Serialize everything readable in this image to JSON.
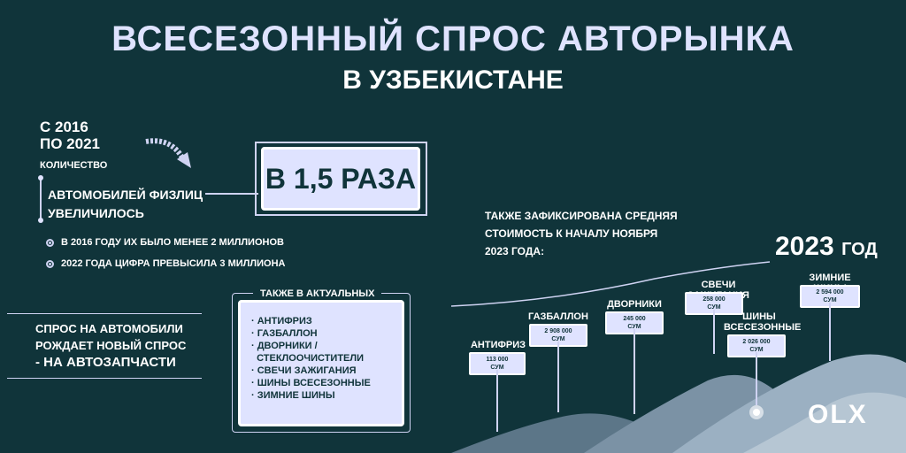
{
  "title": {
    "line1": "ВСЕСЕЗОННЫЙ СПРОС АВТОРЫНКА",
    "line2": "В УЗБЕКИСТАНЕ"
  },
  "growth": {
    "period": "С 2016\nПО 2021",
    "qty_label": "КОЛИЧЕСТВО",
    "subject": "АВТОМОБИЛЕЙ ФИЗЛИЦ\nУВЕЛИЧИЛОСЬ",
    "factor": "В 1,5 РАЗА",
    "bullets": [
      "В 2016 ГОДУ ИХ БЫЛО МЕНЕЕ 2 МИЛЛИОНОВ",
      "2022 ГОДА ЦИФРА ПРЕВЫСИЛА 3 МИЛЛИОНА"
    ]
  },
  "demand": {
    "text": "СПРОС НА АВТОМОБИЛИ\nРОЖДАЕТ НОВЫЙ СПРОС",
    "highlight": "- НА АВТОЗАПЧАСТИ"
  },
  "topics": {
    "heading": "ТАКЖЕ В АКТУАЛЬНЫХ",
    "items": [
      "· АНТИФРИЗ",
      "· ГАЗБАЛЛОН",
      "· ДВОРНИКИ /\n  СТЕКЛООЧИСТИТЕЛИ",
      "· СВЕЧИ ЗАЖИГАНИЯ",
      "· ШИНЫ ВСЕСЕЗОННЫЕ",
      "· ЗИМНИЕ ШИНЫ"
    ]
  },
  "prices": {
    "intro": "ТАКЖЕ ЗАФИКСИРОВАНА СРЕДНЯЯ\nСТОИМОСТЬ К НАЧАЛУ НОЯБРЯ\n2023 ГОДА:",
    "year": "2023",
    "year_suffix": "ГОД",
    "items": [
      {
        "name": "АНТИФРИЗ",
        "price": "113 000\nСУМ"
      },
      {
        "name": "ГАЗБАЛЛОН",
        "price": "2 908 000\nСУМ"
      },
      {
        "name": "ДВОРНИКИ",
        "price": "245 000\nСУМ"
      },
      {
        "name": "СВЕЧИ ЗАЖИГАНИЯ",
        "price": "258 000\nСУМ"
      },
      {
        "name": "ШИНЫ\nВСЕСЕЗОННЫЕ",
        "price": "2 026 000\nСУМ"
      },
      {
        "name": "ЗИМНИЕ ШИНЫ",
        "price": "2 594 000\nСУМ"
      }
    ]
  },
  "brand": {
    "logo": "OLX"
  },
  "colors": {
    "background": "#10343a",
    "accent": "#dfe3ff",
    "mountain": "#8fa5b8"
  }
}
